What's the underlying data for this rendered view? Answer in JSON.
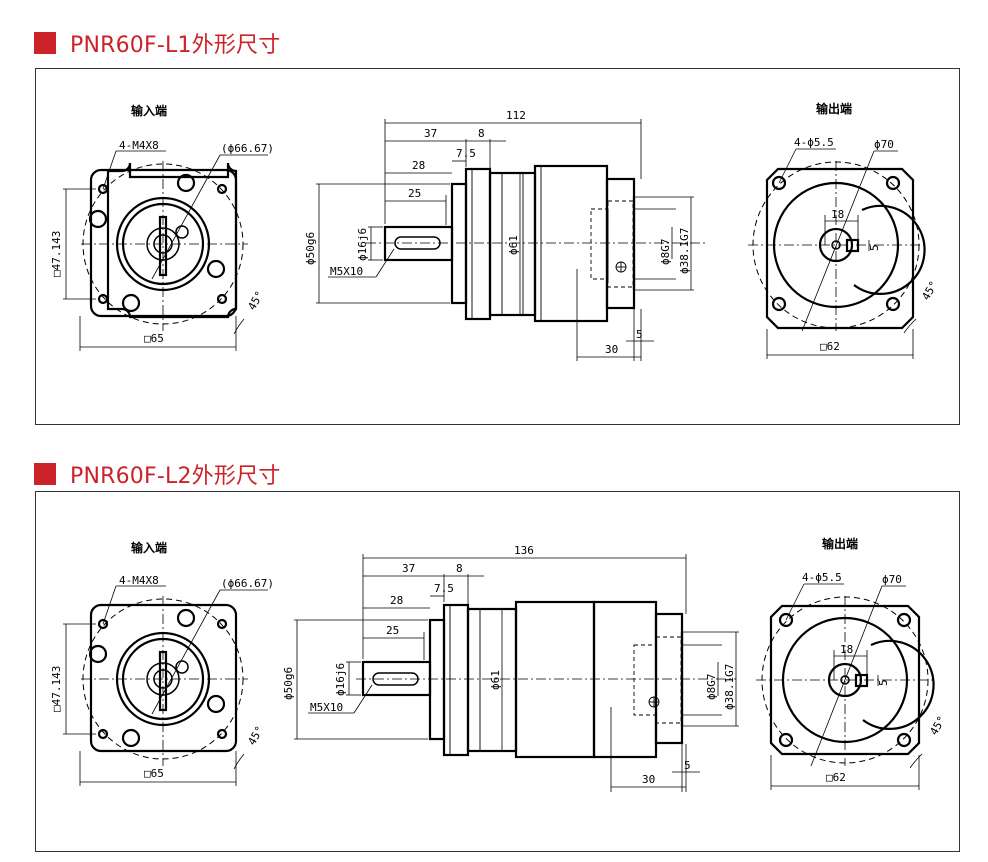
{
  "colors": {
    "accent": "#cc2229",
    "line": "#000000",
    "frame": "#333333"
  },
  "sections": [
    {
      "title": "PNR60F-L1外形尺寸",
      "input_label": "输入端",
      "output_label": "输出端",
      "input": {
        "holes": "4-M4X8",
        "pcd": "(ϕ66.67)",
        "side": "□47.143",
        "square": "□65",
        "angle": "45°"
      },
      "side_view": {
        "total": "112",
        "d37": "37",
        "d8": "8",
        "d28": "28",
        "d7_5": "7.5",
        "d25": "25",
        "pilot": "ϕ50g6",
        "shaft": "ϕ16j6",
        "thread": "M5X10",
        "body": "ϕ61",
        "bore": "ϕ8G7",
        "spigot": "ϕ38.1G7",
        "d5": "5",
        "d30": "30"
      },
      "output": {
        "holes": "4-ϕ5.5",
        "pcd": "ϕ70",
        "key_w": "18",
        "key_h": "5",
        "square": "□62",
        "angle": "45°"
      }
    },
    {
      "title": "PNR60F-L2外形尺寸",
      "input_label": "输入端",
      "output_label": "输出端",
      "input": {
        "holes": "4-M4X8",
        "pcd": "(ϕ66.67)",
        "side": "□47.143",
        "square": "□65",
        "angle": "45°"
      },
      "side_view": {
        "total": "136",
        "d37": "37",
        "d8": "8",
        "d28": "28",
        "d7_5": "7.5",
        "d25": "25",
        "pilot": "ϕ50g6",
        "shaft": "ϕ16j6",
        "thread": "M5X10",
        "body": "ϕ61",
        "bore": "ϕ8G7",
        "spigot": "ϕ38.1G7",
        "d5": "5",
        "d30": "30"
      },
      "output": {
        "holes": "4-ϕ5.5",
        "pcd": "ϕ70",
        "key_w": "18",
        "key_h": "5",
        "square": "□62",
        "angle": "45°"
      }
    }
  ]
}
